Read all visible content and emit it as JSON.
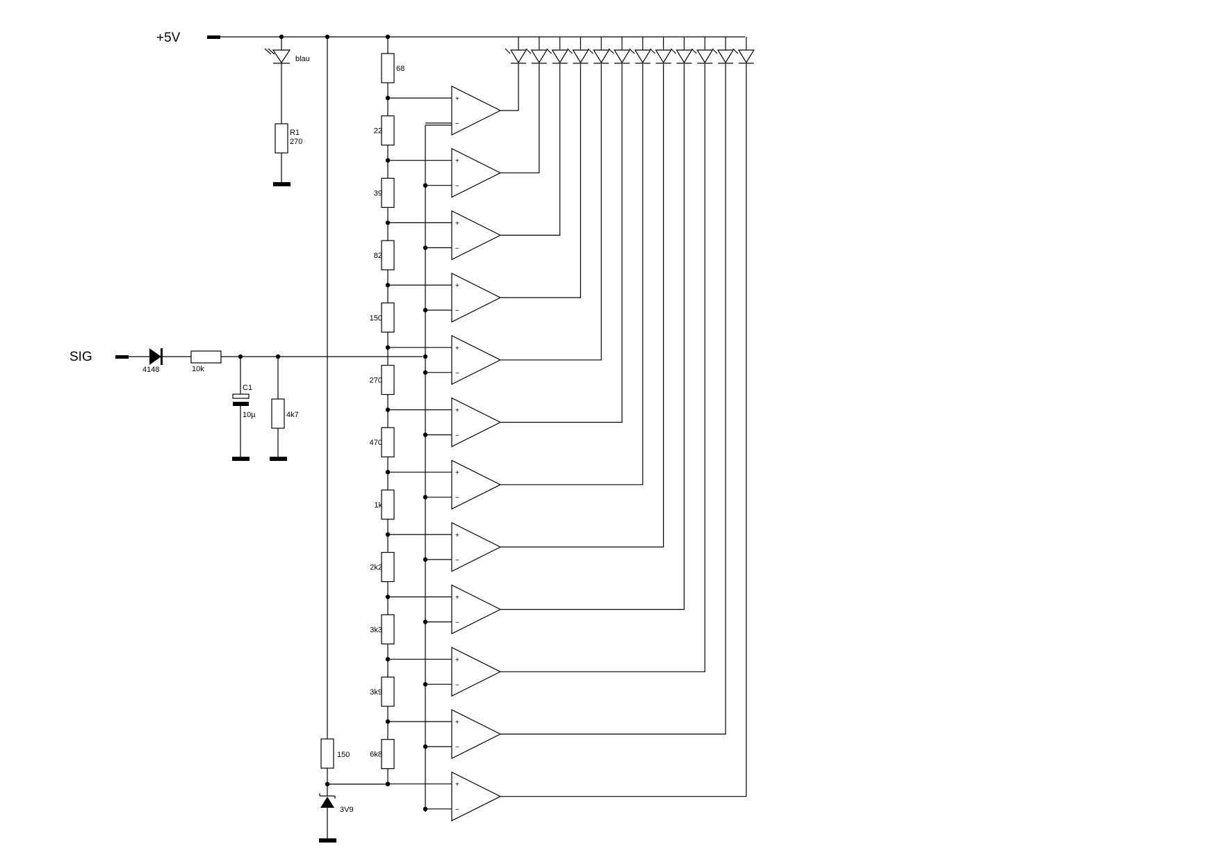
{
  "power": {
    "label": "+5V"
  },
  "signal": {
    "label": "SIG"
  },
  "components": {
    "blue_led": {
      "label": "blau"
    },
    "r1": {
      "name": "R1",
      "value": "270"
    },
    "diode": {
      "label": "4148"
    },
    "r_in": {
      "label": "10k"
    },
    "c1": {
      "name": "C1",
      "value": "10µ"
    },
    "r_load": {
      "label": "4k7"
    },
    "r_zener": {
      "label": "150"
    },
    "zener": {
      "label": "3V9"
    }
  },
  "ladder": {
    "values": [
      "68",
      "22",
      "39",
      "82",
      "150",
      "270",
      "470",
      "1k",
      "2k2",
      "3k3",
      "3k9",
      "6k8"
    ]
  },
  "opamp": {
    "plus": "+",
    "minus": "−",
    "count": 12
  },
  "led_bar": {
    "count": 12
  }
}
